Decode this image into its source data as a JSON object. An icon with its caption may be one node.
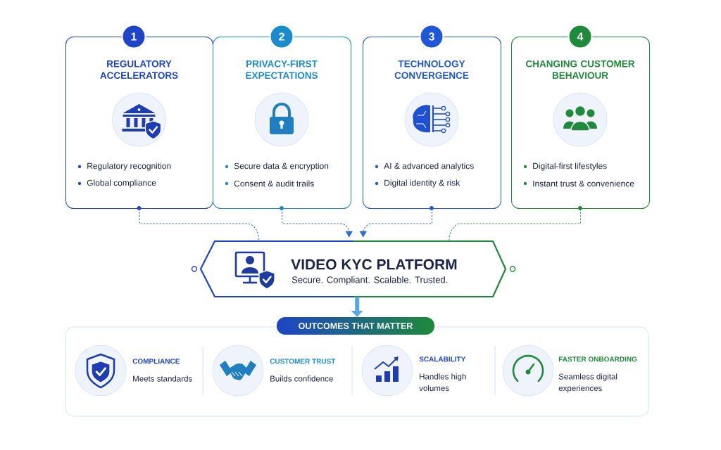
{
  "diagram": {
    "nodes": [
      {
        "text": [
          "1"
        ]
      },
      {
        "text": [
          "REGULATORY ACCELERATORS",
          "Regulatory recognition",
          "Global compliance"
        ]
      },
      {
        "text": [
          "2"
        ]
      },
      {
        "text": [
          "PRIVACY-FIRST EXPECTATIONS",
          "Secure data & encryption",
          "Consent & audit trails"
        ]
      },
      {
        "text": [
          "3"
        ]
      },
      {
        "text": [
          "TECHNOLOGY CONVERGENCE",
          "AI & advanced analytics",
          "Digital identity & risk"
        ]
      },
      {
        "text": [
          "4"
        ]
      },
      {
        "text": [
          "CHANGING CUSTOMER BEHAVIOUR",
          "Digital-first lifestyles",
          "Instant trust & convenience"
        ]
      },
      {
        "text": [
          "VIDEO KYC PLATFORM",
          "Secure. Compliant. Scalable. Trusted."
        ]
      },
      {
        "text": [
          "OUTCOMES THAT MATTER"
        ]
      },
      {
        "text": [
          "COMPLIANCE",
          "Meets standards"
        ],
        "in": 9
      },
      {
        "text": [
          "CUSTOMER TRUST",
          "Builds confidence"
        ],
        "in": 9
      },
      {
        "text": [
          "SCALABILITY",
          "Handles high volumes"
        ],
        "in": 9
      },
      {
        "text": [
          "FASTER ONBOARDING",
          "Seamless digital experiences"
        ],
        "in": 9
      }
    ],
    "edges": [
      {
        "from": 1,
        "to": 8,
        "arrow": "none",
        "style": "dashed"
      },
      {
        "from": 3,
        "to": 8,
        "arrow": "to",
        "style": "dashed"
      },
      {
        "from": 5,
        "to": 8,
        "arrow": "to",
        "style": "dashed"
      },
      {
        "from": 7,
        "to": 8,
        "arrow": "none",
        "style": "dashed",
        "color": "#2e9a4a"
      },
      {
        "from": 8,
        "to": 9,
        "arrow": "to",
        "style": "thick",
        "color": "#5aa6e6"
      }
    ]
  }
}
